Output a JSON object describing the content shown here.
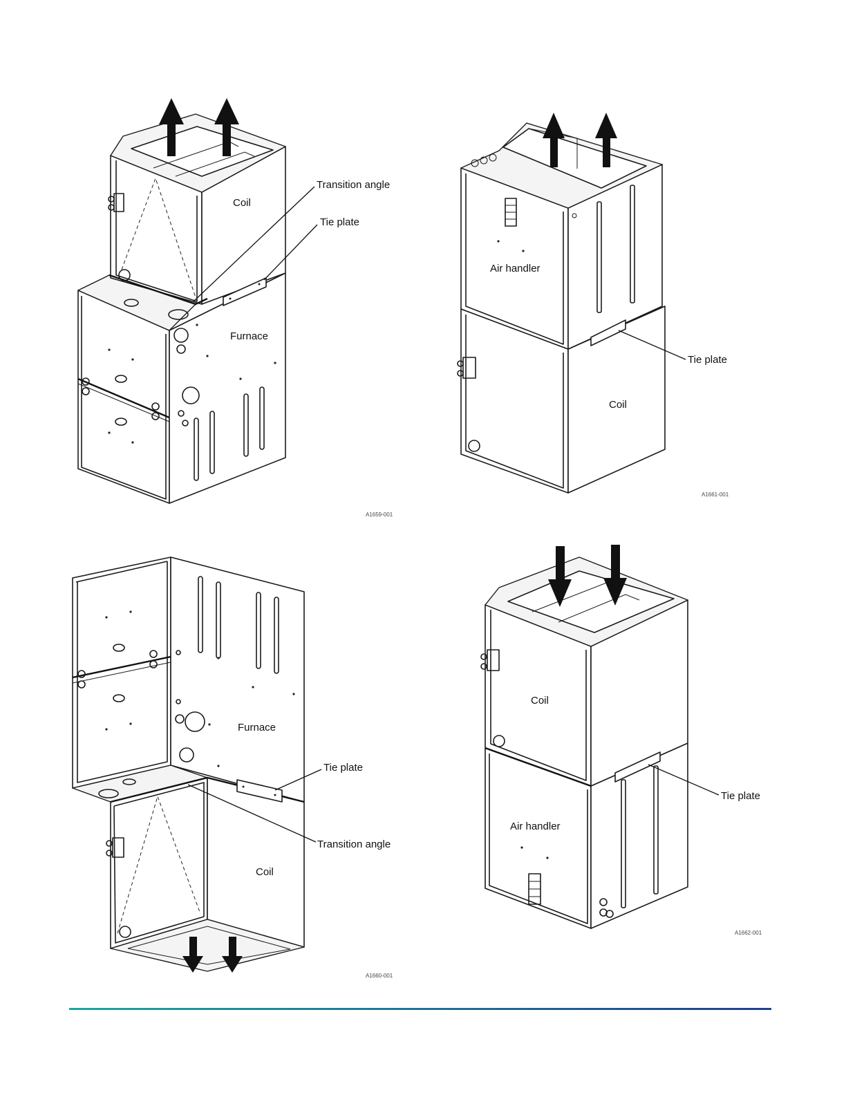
{
  "figures": [
    {
      "id": "A1659-001",
      "labels": {
        "coil": "Coil",
        "transition_angle": "Transition angle",
        "tie_plate": "Tie plate",
        "furnace": "Furnace"
      },
      "airflow": "up"
    },
    {
      "id": "A1661-001",
      "labels": {
        "air_handler": "Air handler",
        "tie_plate": "Tie plate",
        "coil": "Coil"
      },
      "airflow": "up"
    },
    {
      "id": "A1660-001",
      "labels": {
        "furnace": "Furnace",
        "tie_plate": "Tie plate",
        "transition_angle": "Transition angle",
        "coil": "Coil"
      },
      "airflow": "down"
    },
    {
      "id": "A1662-001",
      "labels": {
        "coil": "Coil",
        "tie_plate": "Tie plate",
        "air_handler": "Air handler"
      },
      "airflow": "down"
    }
  ],
  "footer_rule_colors": [
    "#1aa6a0",
    "#1f3f8f"
  ]
}
